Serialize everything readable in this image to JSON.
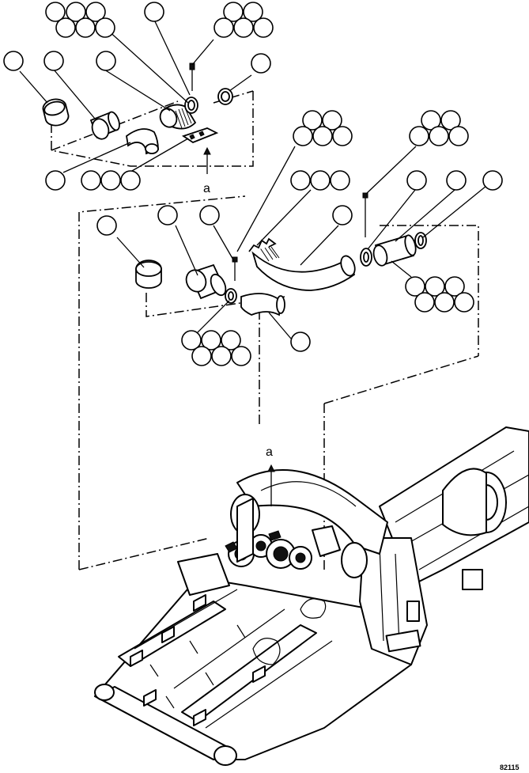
{
  "callout_labels": {
    "detail_reference_top": "a",
    "detail_reference_machine": "a"
  },
  "figure_number": "82115"
}
